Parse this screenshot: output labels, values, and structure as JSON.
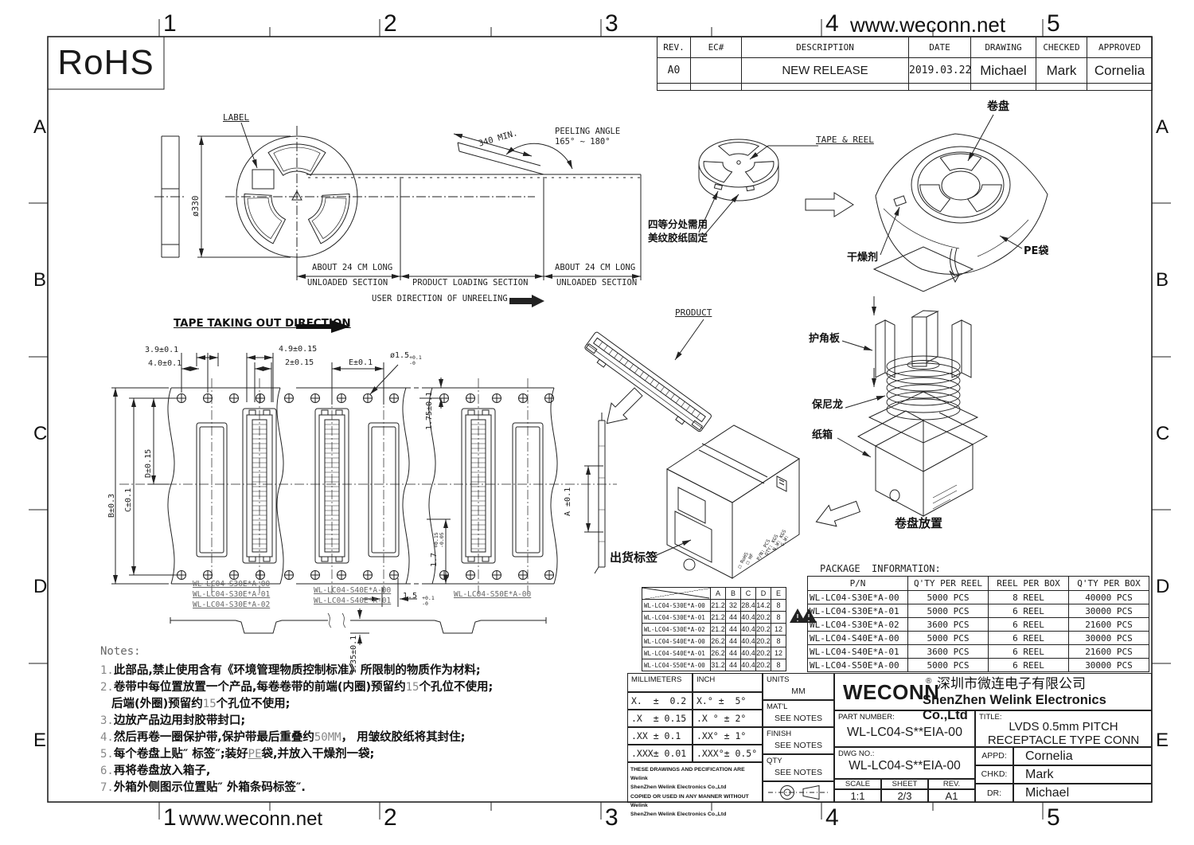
{
  "chrome": {
    "website": "www.weconn.net",
    "rohs": "RoHS",
    "cols": [
      "1",
      "2",
      "3",
      "4",
      "5"
    ],
    "rows": [
      "A",
      "B",
      "C",
      "D",
      "E"
    ]
  },
  "revision_table": {
    "headers": {
      "rev": "REV.",
      "ec": "EC#",
      "description": "DESCRIPTION",
      "date": "DATE",
      "drawing": "DRAWING",
      "checked": "CHECKED",
      "approved": "APPROVED"
    },
    "row": {
      "rev": "A0",
      "ec": "",
      "description": "NEW RELEASE",
      "date": "2019.03.22",
      "drawing": "Michael",
      "checked": "Mark",
      "approved": "Cornelia"
    }
  },
  "reel_view": {
    "label": "LABEL",
    "diameter": "ø330"
  },
  "tape_view": {
    "len": "340 MIN.",
    "peel1": "PEELING ANGLE",
    "peel2": "165° ~ 180°",
    "about_l": "ABOUT 24 CM LONG",
    "unload_l": "UNLOADED SECTION",
    "loading": "PRODUCT LOADING SECTION",
    "about_r": "ABOUT 24 CM LONG",
    "unload_r": "UNLOADED SECTION",
    "unreel": "USER DIRECTION OF UNREELING"
  },
  "packing": {
    "tape_reel": "TAPE & REEL",
    "reel_cn": "卷盘",
    "fix1": "四等分处需用",
    "fix2": "美纹胶纸固定",
    "desiccant": "干燥剂",
    "pe_bag": "PE袋",
    "product": "PRODUCT",
    "corner": "护角板",
    "nylon": "保尼龙",
    "carton": "纸箱",
    "reel_place": "卷盘放置",
    "ship_label": "出货标签",
    "box": {
      "rohs": "□ RoHS",
      "hf": "□ HF",
      "pn": "P/N:      PCS",
      "qty": "QTY:      KGS",
      "nw": "N.W:      KGS",
      "gw": "G.W:"
    }
  },
  "carrier": {
    "direction": "TAPE TAKING OUT DIRECTION",
    "d39": "3.9±0.1",
    "d40": "4.0±0.1",
    "d49": "4.9±0.15",
    "d2": "2±0.15",
    "de": "E±0.1",
    "hole_main": "ø1.5",
    "hole_sup": "+0.1",
    "hole_sub": "-0",
    "d175": "1.75±0.1",
    "db": "B±0.3",
    "dc": "C±0.1",
    "dd": "D±0.15",
    "da": "A ±0.1",
    "d17_main": "1.7",
    "d17_sup": "+0.15",
    "d17_sub": "-0.05",
    "d15_main": "1.5",
    "d15_sup": "+0.1",
    "d15_sub": "-0",
    "d135": "1.35±0.1",
    "pn_30_00": "WL-LC04-S30E*A-00",
    "pn_30_01": "WL-LC04-S30E*A-01",
    "pn_30_02": "WL-LC04-S30E*A-02",
    "pn_40_00": "WL-LC04-S40E*A-00",
    "pn_40_01": "WL-LC04-S40E*A-01",
    "pn_50_00": "WL-LC04-S50E*A-00"
  },
  "dim_table": {
    "headers": [
      "A",
      "B",
      "C",
      "D",
      "E"
    ],
    "rows": [
      {
        "pn": "WL-LC04-S30E*A-00",
        "a": "21.2",
        "b": "32",
        "c": "28.4",
        "d": "14.2",
        "e": "8"
      },
      {
        "pn": "WL-LC04-S30E*A-01",
        "a": "21.2",
        "b": "44",
        "c": "40.4",
        "d": "20.2",
        "e": "8"
      },
      {
        "pn": "WL-LC04-S30E*A-02",
        "a": "21.2",
        "b": "44",
        "c": "40.4",
        "d": "20.2",
        "e": "12"
      },
      {
        "pn": "WL-LC04-S40E*A-00",
        "a": "26.2",
        "b": "44",
        "c": "40.4",
        "d": "20.2",
        "e": "8"
      },
      {
        "pn": "WL-LC04-S40E*A-01",
        "a": "26.2",
        "b": "44",
        "c": "40.4",
        "d": "20.2",
        "e": "12"
      },
      {
        "pn": "WL-LC04-S50E*A-00",
        "a": "31.2",
        "b": "44",
        "c": "40.4",
        "d": "20.2",
        "e": "8"
      }
    ]
  },
  "package_table": {
    "caption": "PACKAGE  INFORMATION:",
    "headers": [
      "P/N",
      "Q'TY PER REEL",
      "REEL PER BOX",
      "Q'TY PER BOX"
    ],
    "rows": [
      {
        "pn": "WL-LC04-S30E*A-00",
        "reel": "5000 PCS",
        "box_reel": "8 REEL",
        "box": "40000 PCS"
      },
      {
        "pn": "WL-LC04-S30E*A-01",
        "reel": "5000 PCS",
        "box_reel": "6 REEL",
        "box": "30000 PCS"
      },
      {
        "pn": "WL-LC04-S30E*A-02",
        "reel": "3600 PCS",
        "box_reel": "6 REEL",
        "box": "21600 PCS"
      },
      {
        "pn": "WL-LC04-S40E*A-00",
        "reel": "5000 PCS",
        "box_reel": "6 REEL",
        "box": "30000 PCS"
      },
      {
        "pn": "WL-LC04-S40E*A-01",
        "reel": "3600 PCS",
        "box_reel": "6 REEL",
        "box": "21600 PCS"
      },
      {
        "pn": "WL-LC04-S50E*A-00",
        "reel": "5000 PCS",
        "box_reel": "6 REEL",
        "box": "30000 PCS"
      }
    ]
  },
  "notes": {
    "title": "Notes:",
    "n1": {
      "num": "1.",
      "t": "此部品,禁止使用含有《环境管理物质控制标准》所限制的物质作为材料;"
    },
    "n2": {
      "num": "2.",
      "t1": "卷带中每位置放置一个产品,每卷卷带的前端(内圈)预留约",
      "g": "15",
      "t2": "个孔位不使用;"
    },
    "n2b": {
      "t1": "后端(外圈)预留约",
      "g": "15",
      "t2": "个孔位不使用;"
    },
    "n3": {
      "num": "3.",
      "t": "边放产品边用封胶带封口;"
    },
    "n4": {
      "num": "4.",
      "t1": "然后再卷一圈保护带,保护带最后重叠约",
      "g": "50MM",
      "t2": "， 用皱纹胶纸将其封住;"
    },
    "n5": {
      "num": "5.",
      "t1": "每个卷盘上贴″ 标签″;装好",
      "g": "PE",
      "t2": "袋,并放入干燥剂一袋;"
    },
    "n6": {
      "num": "6.",
      "t": "再将卷盘放入箱子,"
    },
    "n7": {
      "num": "7.",
      "t": "外箱外侧图示位置贴″ 外箱条码标签″."
    }
  },
  "title_block": {
    "mm_header": "MILLIMETERS",
    "inch_header": "INCH",
    "mm": [
      "X.  ±  0.2",
      ".X  ± 0.15",
      ".XX ± 0.1",
      ".XXX± 0.01"
    ],
    "inch": [
      "X.° ±  5°",
      ".X ° ± 2°",
      ".XX° ± 1°",
      ".XXX°± 0.5°"
    ],
    "legal1": "THESE DRAWINGS AND PECIFICATION  ARE Welink",
    "legal2": "ShenZhen Welink Electronics Co.,Ltd",
    "legal3": "COPIED OR USED IN ANY MANNER WITHOUT Welink",
    "legal4": "ShenZhen Welink Electronics Co.,Ltd",
    "units_label": "UNITS",
    "units": "MM",
    "matl_label": "MAT'L",
    "matl": "SEE NOTES",
    "finish_label": "FINISH",
    "finish": "SEE NOTES",
    "qty_label": "QTY",
    "qty": "SEE NOTES",
    "logo": "WECONN",
    "reg": "®",
    "company_cn": "深圳市微连电子有限公司",
    "company_en": "ShenZhen Welink Electronics Co.,Ltd",
    "part_label": "PART NUMBER:",
    "part": "WL-LC04-S**EIA-00",
    "title_label": "TITLE:",
    "title1": "LVDS 0.5mm PITCH",
    "title2": "RECEPTACLE TYPE CONN",
    "dwg_label": "DWG NO.:",
    "dwg": "WL-LC04-S**EIA-00",
    "appd_label": "APPD:",
    "appd": "Cornelia",
    "chkd_label": "CHKD:",
    "chkd": "Mark",
    "dr_label": "DR:",
    "dr": "Michael",
    "scale_label": "SCALE",
    "scale": "1:1",
    "sheet_label": "SHEET",
    "sheet": "2/3",
    "rev_label": "REV.",
    "rev": "A1"
  }
}
